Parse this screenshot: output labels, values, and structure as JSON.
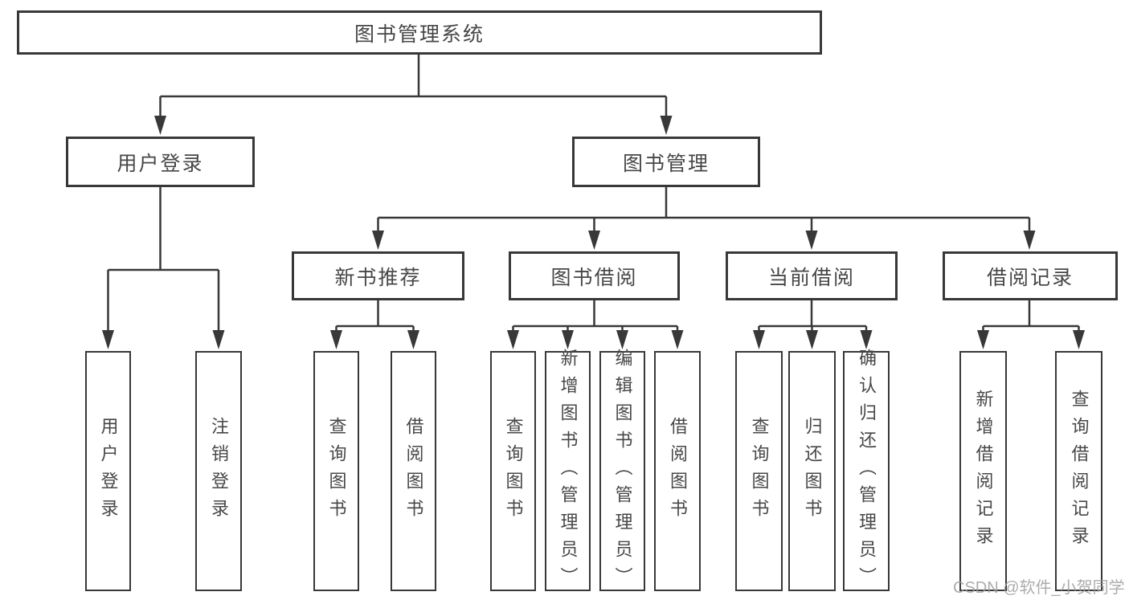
{
  "diagram": {
    "root": {
      "label": "图书管理系统"
    },
    "level2": [
      {
        "label": "用户登录"
      },
      {
        "label": "图书管理"
      }
    ],
    "level3": [
      {
        "label": "新书推荐"
      },
      {
        "label": "图书借阅"
      },
      {
        "label": "当前借阅"
      },
      {
        "label": "借阅记录"
      }
    ],
    "leaves": {
      "user_login": [
        "用户登录",
        "注销登录"
      ],
      "new_rec": [
        "查询图书",
        "借阅图书"
      ],
      "book_borrow": [
        "查询图书",
        "新增图书（管理员）",
        "编辑图书（管理员）",
        "借阅图书"
      ],
      "current_borrow": [
        "查询图书",
        "归还图书",
        "确认归还（管理员）"
      ],
      "borrow_record": [
        "新增借阅记录",
        "查询借阅记录"
      ]
    }
  },
  "watermark": {
    "text": "CSDN @软件_小贺同学"
  },
  "colors": {
    "line": "#383838",
    "text": "#474747",
    "background": "#ffffff",
    "watermark": "#9e9e9e"
  }
}
